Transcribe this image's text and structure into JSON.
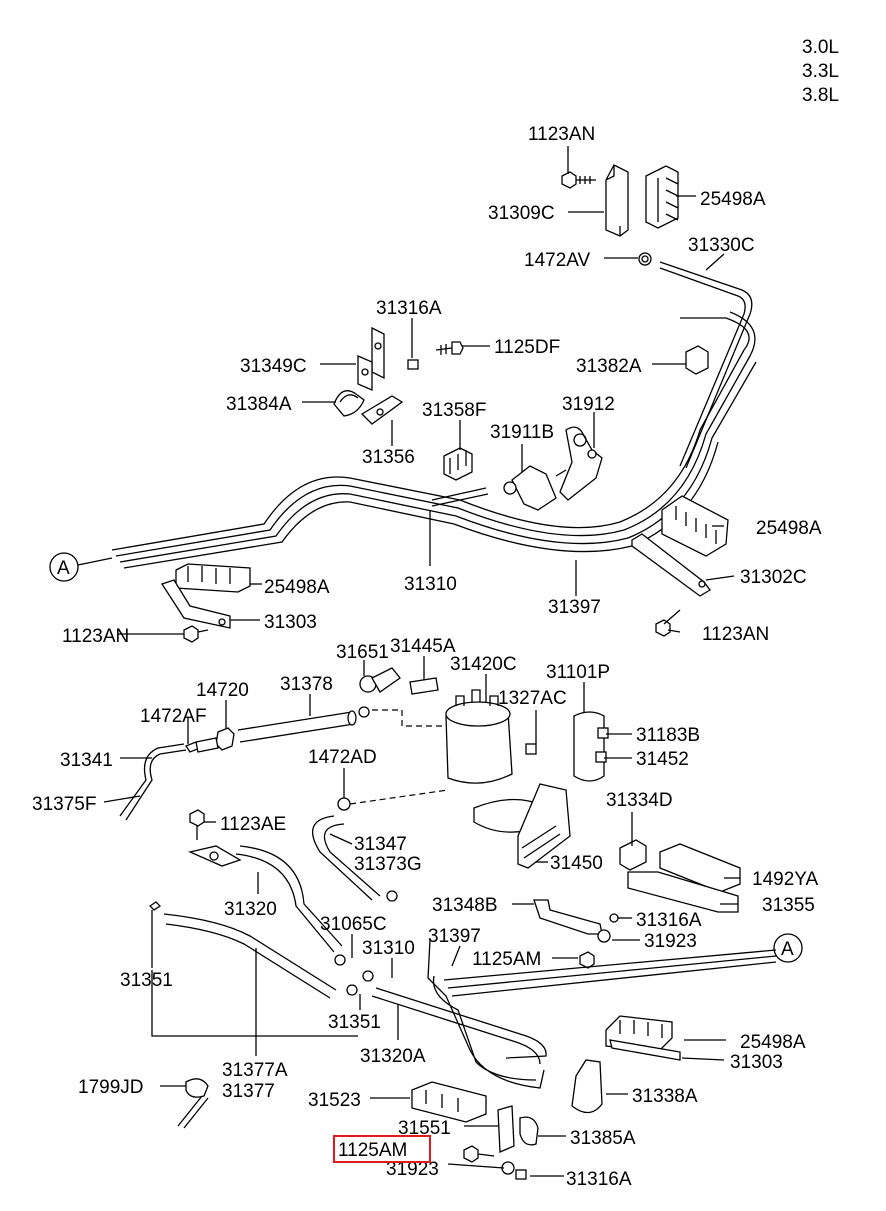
{
  "engine_labels": [
    "3.0L",
    "3.3L",
    "3.8L"
  ],
  "parts": [
    {
      "id": "p0",
      "label": "1123AN"
    },
    {
      "id": "p1",
      "label": "31309C"
    },
    {
      "id": "p2",
      "label": "25498A"
    },
    {
      "id": "p3",
      "label": "1472AV"
    },
    {
      "id": "p4",
      "label": "31330C"
    },
    {
      "id": "p5",
      "label": "31316A"
    },
    {
      "id": "p6",
      "label": "1125DF"
    },
    {
      "id": "p7",
      "label": "31349C"
    },
    {
      "id": "p8",
      "label": "31382A"
    },
    {
      "id": "p9",
      "label": "31384A"
    },
    {
      "id": "p10",
      "label": "31358F"
    },
    {
      "id": "p11",
      "label": "31912"
    },
    {
      "id": "p12",
      "label": "31911B"
    },
    {
      "id": "p13",
      "label": "31356"
    },
    {
      "id": "p14",
      "label": "25498A"
    },
    {
      "id": "p15",
      "label": "31310"
    },
    {
      "id": "p16",
      "label": "31302C"
    },
    {
      "id": "p17",
      "label": "25498A"
    },
    {
      "id": "p18",
      "label": "31397"
    },
    {
      "id": "p19",
      "label": "31303"
    },
    {
      "id": "p20",
      "label": "1123AN"
    },
    {
      "id": "p21",
      "label": "1123AN"
    },
    {
      "id": "p22",
      "label": "31651"
    },
    {
      "id": "p23",
      "label": "31445A"
    },
    {
      "id": "p24",
      "label": "31420C"
    },
    {
      "id": "p25",
      "label": "31101P"
    },
    {
      "id": "p26",
      "label": "14720"
    },
    {
      "id": "p27",
      "label": "31378"
    },
    {
      "id": "p28",
      "label": "1327AC"
    },
    {
      "id": "p29",
      "label": "1472AF"
    },
    {
      "id": "p30",
      "label": "31183B"
    },
    {
      "id": "p31",
      "label": "31341"
    },
    {
      "id": "p32",
      "label": "1472AD"
    },
    {
      "id": "p33",
      "label": "31452"
    },
    {
      "id": "p34",
      "label": "31375F"
    },
    {
      "id": "p35",
      "label": "31334D"
    },
    {
      "id": "p36",
      "label": "1123AE"
    },
    {
      "id": "p37",
      "label": "31347"
    },
    {
      "id": "p38",
      "label": "31373G"
    },
    {
      "id": "p39",
      "label": "31450"
    },
    {
      "id": "p40",
      "label": "1492YA"
    },
    {
      "id": "p41",
      "label": "31320"
    },
    {
      "id": "p42",
      "label": "31348B"
    },
    {
      "id": "p43",
      "label": "31355"
    },
    {
      "id": "p44",
      "label": "31065C"
    },
    {
      "id": "p45",
      "label": "31316A"
    },
    {
      "id": "p46",
      "label": "31397"
    },
    {
      "id": "p47",
      "label": "31923"
    },
    {
      "id": "p48",
      "label": "31310"
    },
    {
      "id": "p49",
      "label": "31351"
    },
    {
      "id": "p50",
      "label": "1125AM"
    },
    {
      "id": "p51",
      "label": "31351"
    },
    {
      "id": "p52",
      "label": "25498A"
    },
    {
      "id": "p53",
      "label": "31320A"
    },
    {
      "id": "p54",
      "label": "31303"
    },
    {
      "id": "p55",
      "label": "31377A"
    },
    {
      "id": "p56",
      "label": "31377"
    },
    {
      "id": "p57",
      "label": "1799JD"
    },
    {
      "id": "p58",
      "label": "31523"
    },
    {
      "id": "p59",
      "label": "31338A"
    },
    {
      "id": "p60",
      "label": "31551"
    },
    {
      "id": "p61",
      "label": "31385A"
    },
    {
      "id": "p62",
      "label": "31923"
    },
    {
      "id": "p63",
      "label": "31316A"
    }
  ],
  "highlighted": {
    "label": "1125AM",
    "color": "#e01b1b"
  },
  "connectors": [
    {
      "label": "A"
    },
    {
      "label": "A"
    }
  ]
}
